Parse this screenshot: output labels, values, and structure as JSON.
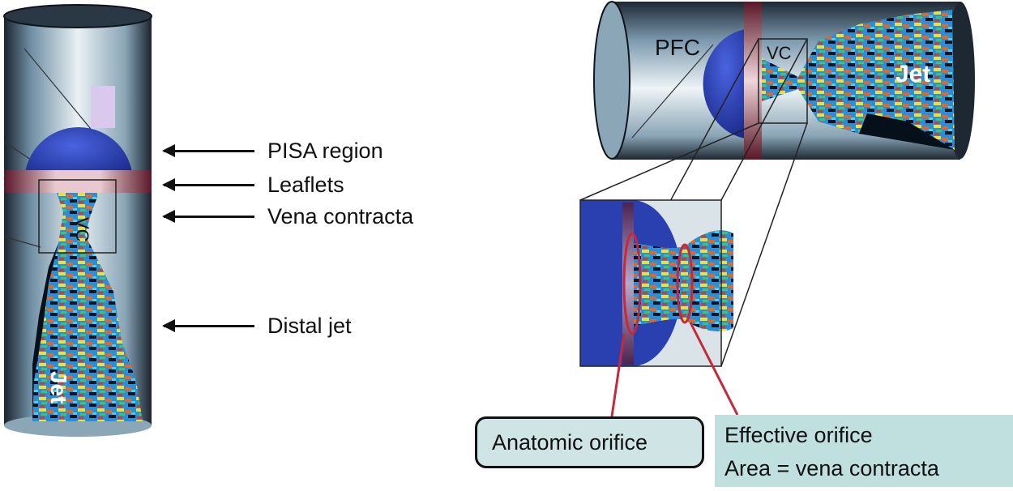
{
  "left_panel": {
    "labels": {
      "pisa": "PISA region",
      "leaflets": "Leaflets",
      "vena_contracta": "Vena contracta",
      "distal_jet": "Distal jet"
    },
    "vc": "VC",
    "jet": "Jet"
  },
  "right_panel": {
    "pfc": "PFC",
    "vc": "VC",
    "jet": "Jet",
    "anatomic_orifice": "Anatomic orifice",
    "effective_orifice_line1": "Effective orifice",
    "effective_orifice_line2": "Area = vena contracta"
  },
  "colors": {
    "pisa_blue": "#2a3fb0",
    "leaflet_red": "#8a2a3a",
    "highlight_red": "#c8283a",
    "label_box_fill": "#cfe5e5",
    "effective_box_fill": "#bfe0df"
  }
}
